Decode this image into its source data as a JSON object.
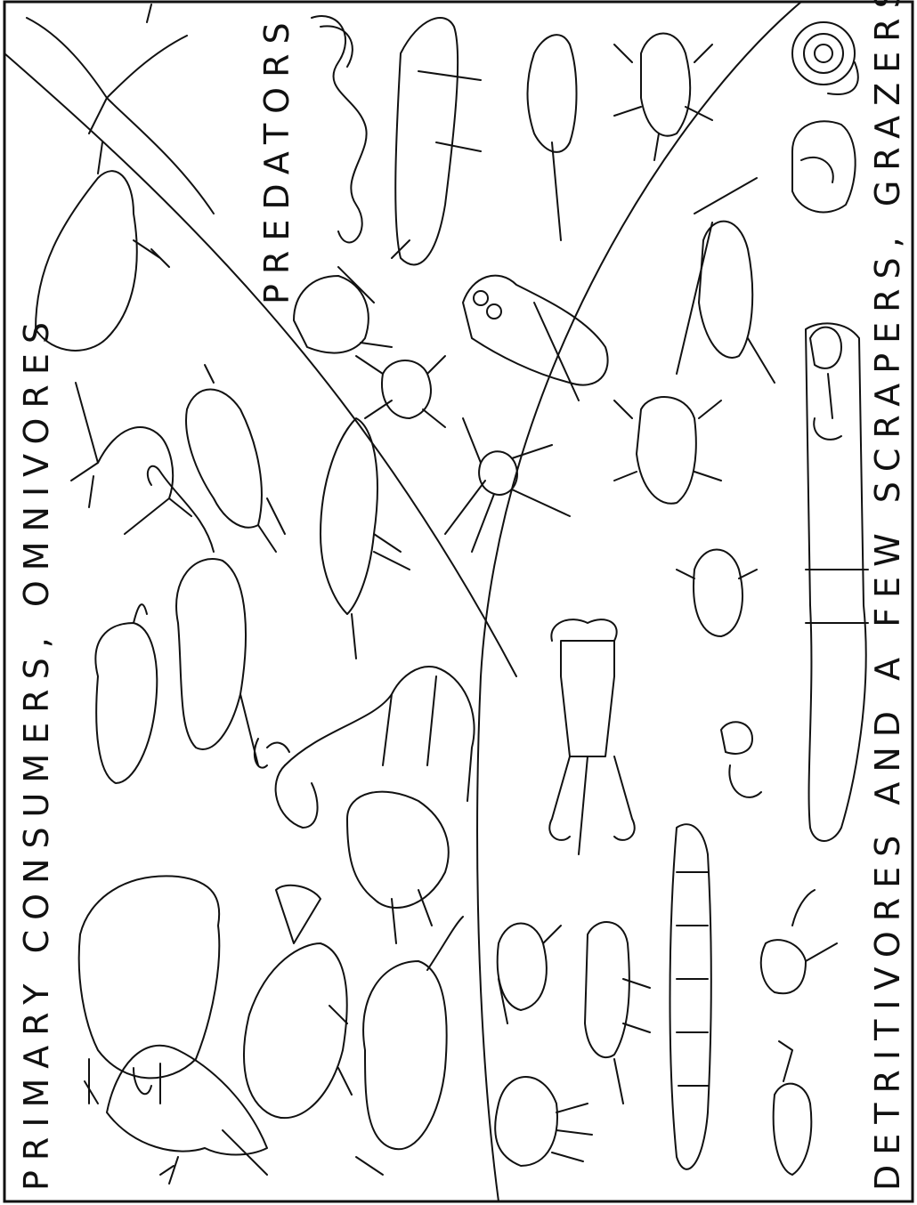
{
  "colors": {
    "ink": "#111111",
    "paper": "#ffffff"
  },
  "regions": {
    "primary": {
      "label": "PRIMARY CONSUMERS, OMNIVORES",
      "icons": [
        "bird-icon",
        "bear-icon",
        "beaver-icon",
        "deer-icon",
        "squirrel-icon",
        "rabbit-icon",
        "woodchuck-icon",
        "heron-icon",
        "sparrow-icon",
        "swallow-icon",
        "robin-icon"
      ]
    },
    "predators": {
      "label": "PREDATORS",
      "icons": [
        "snake-icon",
        "salamander-icon",
        "shrew-icon",
        "beetle-icon",
        "frog-icon",
        "owl-icon",
        "spider-icon",
        "tern-icon"
      ]
    },
    "detritivores": {
      "label": "DETRITIVORES AND A FEW SCRAPERS, GRAZERS",
      "icons": [
        "snail-icon",
        "slug-icon",
        "grasshopper-icon",
        "earthworm-icon",
        "crayfish-icon",
        "ant-icon",
        "millipede-icon",
        "mite-icon",
        "springtail-icon",
        "cricket-icon",
        "ground-beetle-icon",
        "isopod-icon"
      ]
    }
  }
}
